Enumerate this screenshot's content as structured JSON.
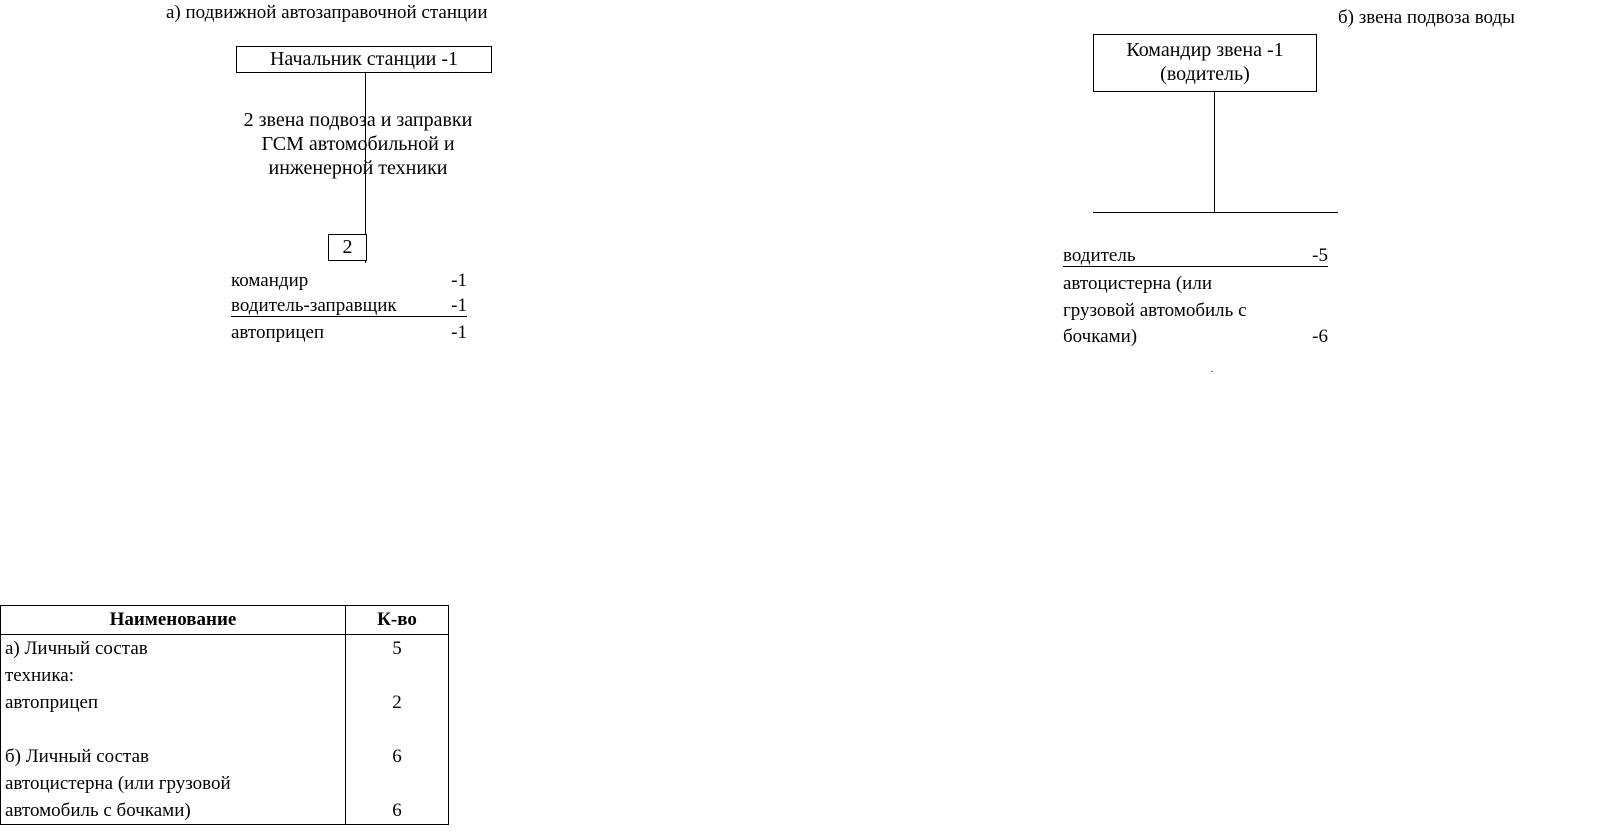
{
  "section_a": {
    "title": "а) подвижной автозаправочной станции",
    "chief_box": "Начальник станции -1",
    "branch_label": [
      "2 звена подвоза и заправки",
      "ГСМ автомобильной и",
      "инженерной техники"
    ],
    "count_box": "2",
    "items": [
      {
        "label": "командир",
        "value": "-1",
        "underline": false
      },
      {
        "label": "водитель-заправщик",
        "value": "-1",
        "underline": true
      },
      {
        "label": "автоприцеп",
        "value": "-1",
        "underline": false
      }
    ]
  },
  "section_b": {
    "title": "б) звена подвоза воды",
    "commander_box": [
      "Командир звена -1",
      "(водитель)"
    ],
    "items": [
      {
        "label": "водитель",
        "value": "-5",
        "underline": true
      },
      {
        "label": "автоцистерна (или",
        "value": "",
        "underline": false
      },
      {
        "label": "грузовой автомобиль с",
        "value": "",
        "underline": false
      },
      {
        "label": "бочками)",
        "value": "-6",
        "underline": false
      }
    ]
  },
  "table": {
    "headers": [
      "Наименование",
      "К-во"
    ],
    "rows": [
      [
        "а) Личный состав",
        "5"
      ],
      [
        "техника:",
        ""
      ],
      [
        "автоприцеп",
        "2"
      ],
      [
        "",
        ""
      ],
      [
        "б) Личный состав",
        "6"
      ],
      [
        "автоцистерна (или грузовой",
        ""
      ],
      [
        "автомобиль с бочками)",
        "6"
      ]
    ]
  }
}
